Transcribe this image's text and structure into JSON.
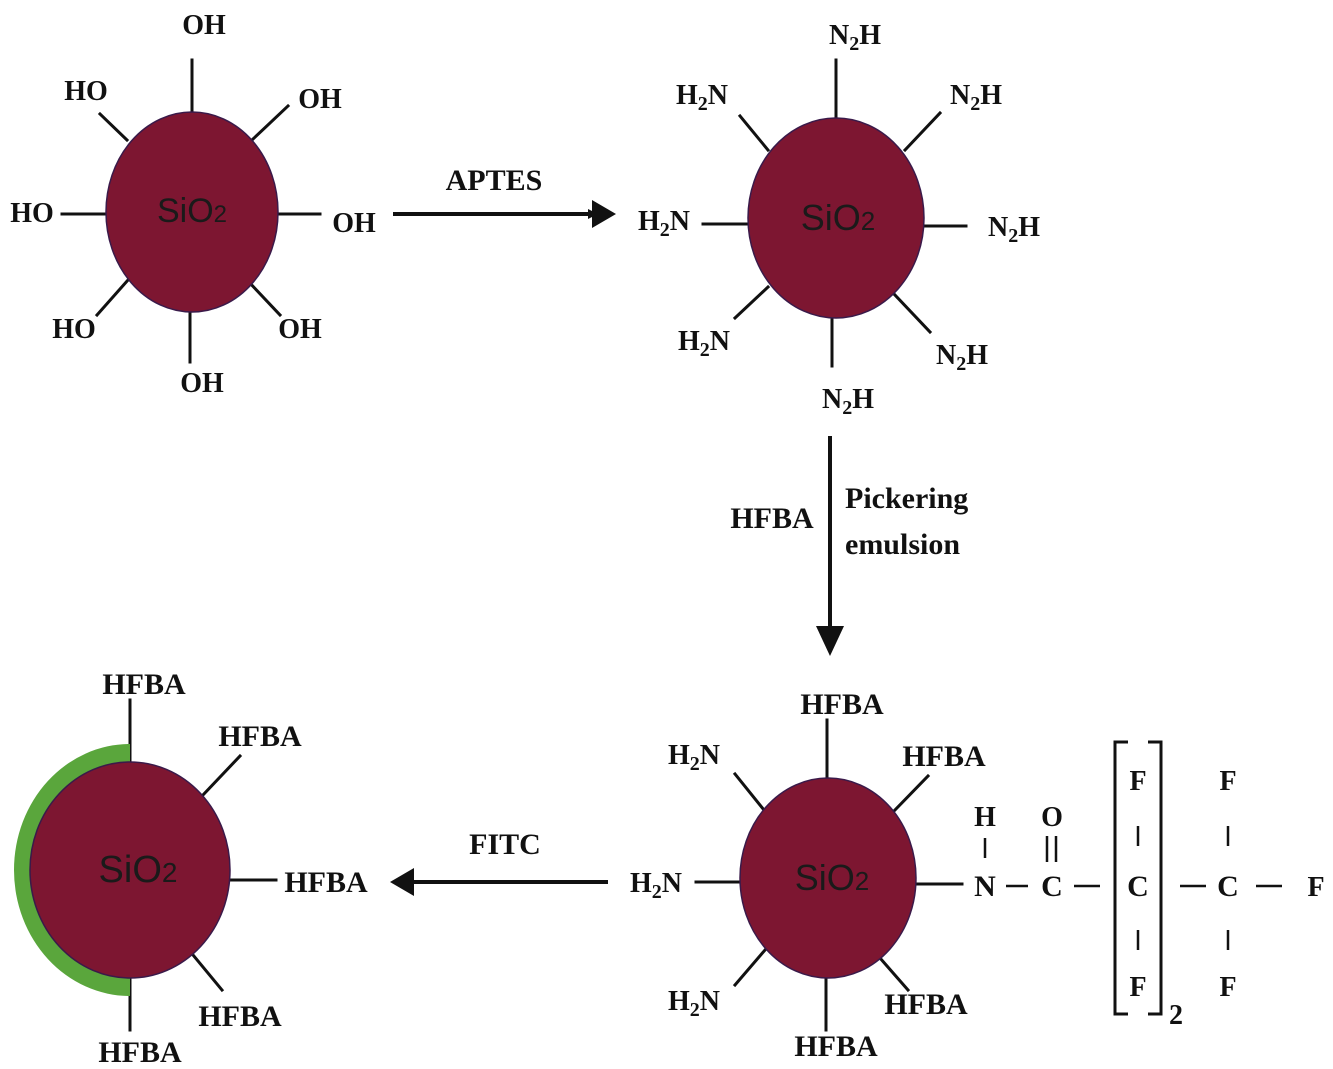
{
  "colors": {
    "core": "#7d1631",
    "coating": "#5aa63c",
    "ink": "#111111"
  },
  "core_label": {
    "main": "SiO",
    "sub": "2"
  },
  "particle1": {
    "groups": [
      "OH",
      "OH",
      "OH",
      "OH",
      "OH",
      "HO",
      "HO",
      "HO"
    ]
  },
  "particle2": {
    "amine": {
      "main": "N",
      "sub": "2",
      "end": "H"
    },
    "amine_left": {
      "pre": "H",
      "sub": "2",
      "main": "N"
    }
  },
  "particle3": {
    "hfba": "HFBA",
    "amine_left": {
      "pre": "H",
      "sub": "2",
      "main": "N"
    }
  },
  "particle4": {
    "hfba": "HFBA"
  },
  "arrows": {
    "aptes": "APTES",
    "hfba": "HFBA",
    "pickering_1": "Pickering",
    "pickering_2": "emulsion",
    "fitc": "FITC"
  },
  "structure": {
    "H": "H",
    "N": "N",
    "O": "O",
    "C": "C",
    "F": "F",
    "repeat": "2"
  }
}
